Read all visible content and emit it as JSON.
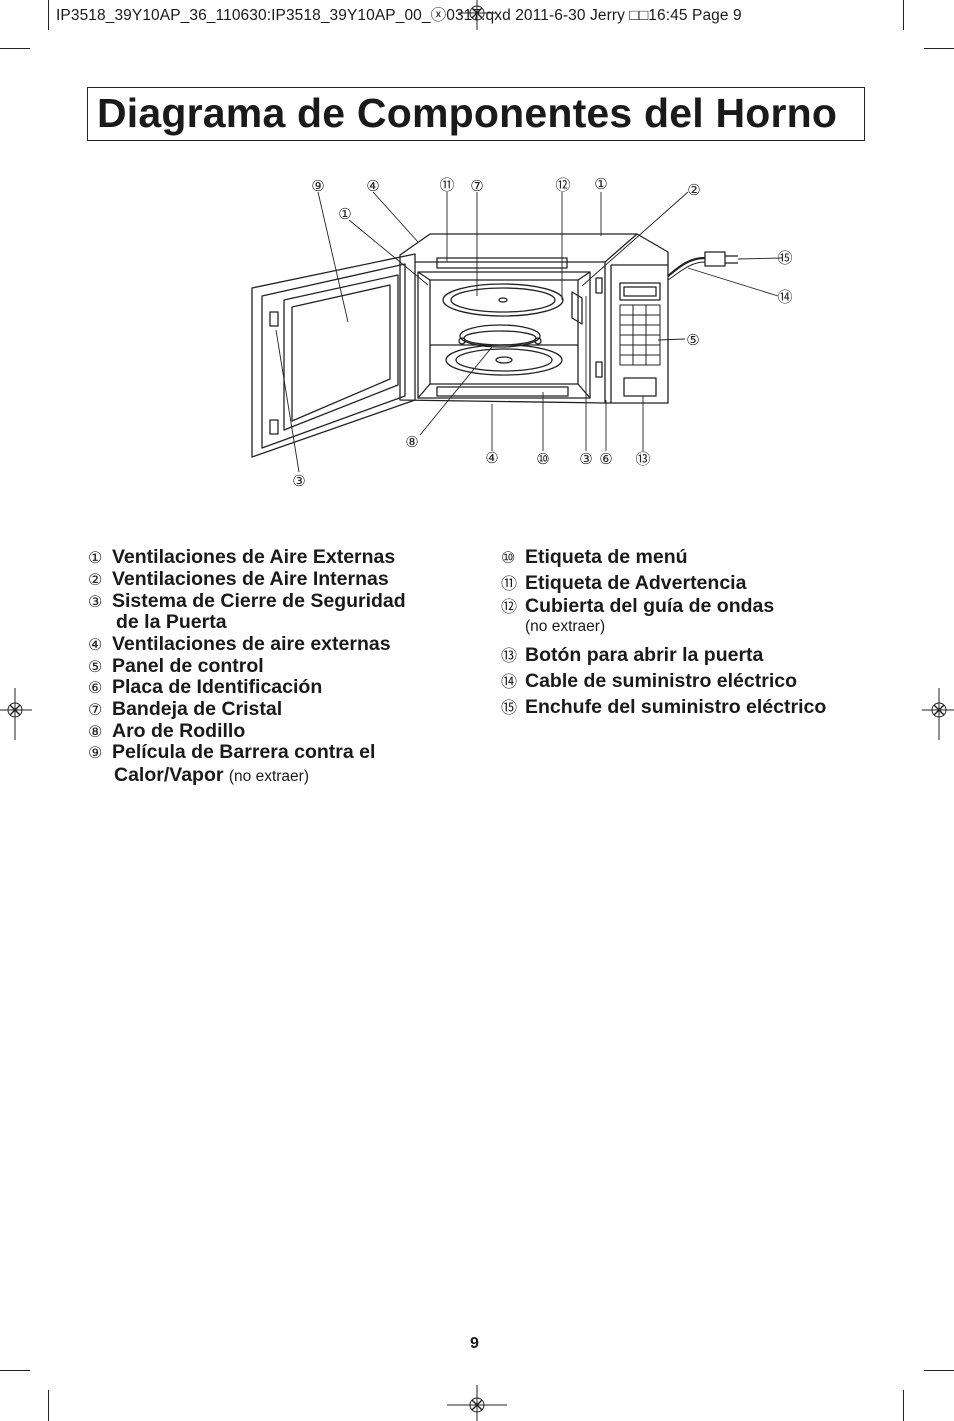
{
  "slug": "IP3518_39Y10AP_36_110630:IP3518_39Y10AP_00_ⓧ0317.qxd  2011-6-30  Jerry  □□16:45  Page 9",
  "title": "Diagrama de Componentes del Horno",
  "callouts": {
    "c1": "①",
    "c2": "②",
    "c3": "③",
    "c4": "④",
    "c5": "⑤",
    "c6": "⑥",
    "c7": "⑦",
    "c8": "⑧",
    "c9": "⑨",
    "c10": "⑩",
    "c11": "⑪",
    "c12": "⑫",
    "c13": "⑬",
    "c14": "⑭",
    "c15": "⑮"
  },
  "legend_left": [
    {
      "num": "①",
      "text": "Ventilaciones de Aire Externas"
    },
    {
      "num": "②",
      "text": "Ventilaciones de Aire Internas"
    },
    {
      "num": "③",
      "text": "Sistema de Cierre de Seguridad",
      "cont": "de la Puerta"
    },
    {
      "num": "④",
      "text": "Ventilaciones de aire externas"
    },
    {
      "num": "⑤",
      "text": "Panel de control"
    },
    {
      "num": "⑥",
      "text": "Placa de Identificación"
    },
    {
      "num": "⑦",
      "text": "Bandeja de Cristal"
    },
    {
      "num": "⑧",
      "text": "Aro de Rodillo"
    },
    {
      "num": "⑨",
      "text": "Película de Barrera contra el",
      "cont": "Calor/Vapor",
      "cont_note": "(no extraer)"
    }
  ],
  "legend_right": [
    {
      "num": "⑩",
      "text": "Etiqueta de menú"
    },
    {
      "num": "⑪",
      "text": "Etiqueta de Advertencia"
    },
    {
      "num": "⑫",
      "text": "Cubierta del guía de ondas",
      "note": "(no extraer)"
    },
    {
      "num": "⑬",
      "text": "Botón para abrir la puerta"
    },
    {
      "num": "⑭",
      "text": "Cable de suministro eléctrico"
    },
    {
      "num": "⑮",
      "text": "Enchufe del suministro eléctrico"
    }
  ],
  "page_number": "9"
}
